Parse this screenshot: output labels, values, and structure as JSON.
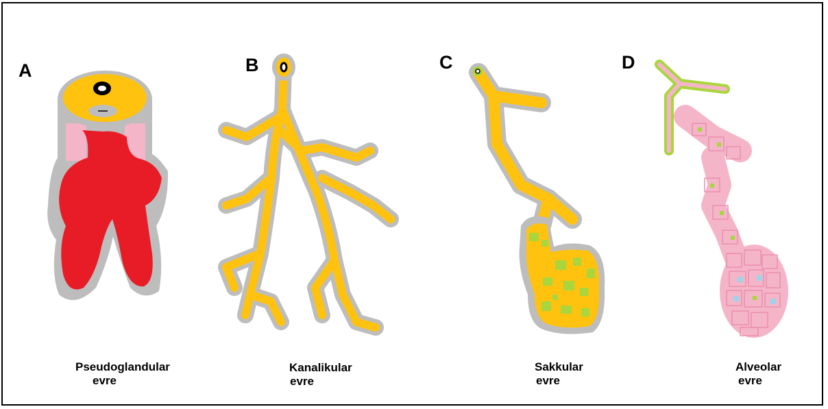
{
  "panels": [
    {
      "letter": "A",
      "caption_line1": "Pseudoglandular",
      "caption_line2": "evre"
    },
    {
      "letter": "B",
      "caption_line1": "Kanalikular",
      "caption_line2": "evre"
    },
    {
      "letter": "C",
      "caption_line1": "Sakkular",
      "caption_line2": "evre"
    },
    {
      "letter": "D",
      "caption_line1": "Alveolar",
      "caption_line2": "evre"
    }
  ],
  "colors": {
    "outline_gray": "#bdbdbd",
    "duct_yellow": "#ffc20e",
    "gland_red": "#e81c27",
    "wall_pink": "#f5b5c8",
    "saccule_green": "#a8d63c",
    "lumen_black": "#000000"
  }
}
